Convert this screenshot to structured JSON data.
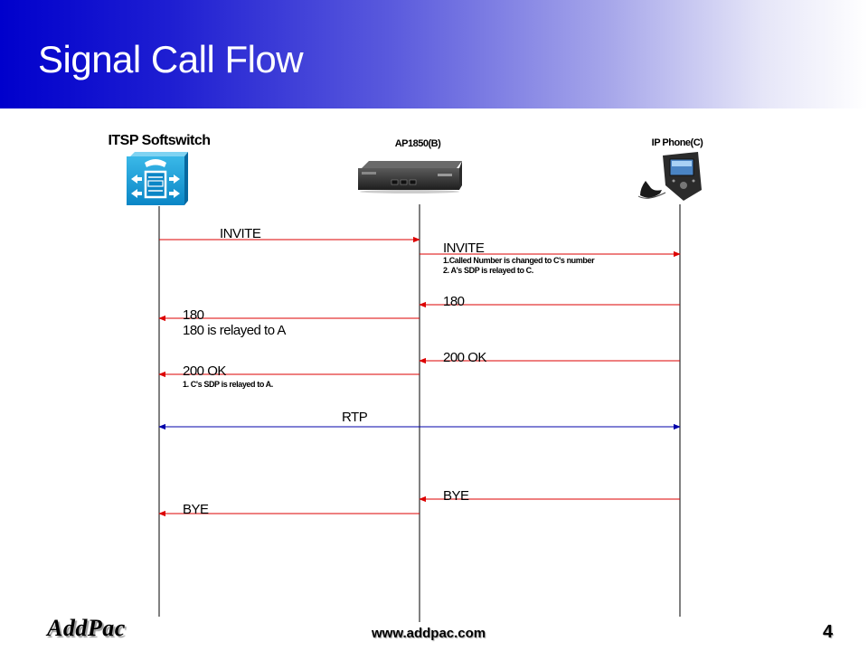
{
  "slide": {
    "title": "Signal Call Flow",
    "footer_logo": "AddPac",
    "footer_url": "www.addpac.com",
    "page_number": "4"
  },
  "participants": [
    {
      "id": "A",
      "label": "ITSP Softswitch",
      "icon": "softswitch-icon"
    },
    {
      "id": "B",
      "label": "AP1850(B)",
      "icon": "gateway-device-icon"
    },
    {
      "id": "C",
      "label": "IP Phone(C)",
      "icon": "ip-phone-icon"
    }
  ],
  "messages": [
    {
      "from": "A",
      "to": "B",
      "label": "INVITE",
      "notes": [],
      "color": "#dd0000"
    },
    {
      "from": "B",
      "to": "C",
      "label": "INVITE",
      "notes": [
        "1.Called Number is changed to C's number",
        "2. A's SDP is relayed to C."
      ],
      "color": "#dd0000"
    },
    {
      "from": "C",
      "to": "B",
      "label": "180",
      "notes": [],
      "color": "#dd0000"
    },
    {
      "from": "B",
      "to": "A",
      "label": "180",
      "notes": [
        "180 is relayed to A"
      ],
      "color": "#dd0000"
    },
    {
      "from": "C",
      "to": "B",
      "label": "200 OK",
      "notes": [],
      "color": "#dd0000"
    },
    {
      "from": "B",
      "to": "A",
      "label": "200 OK",
      "notes": [
        "1. C's SDP is relayed to A."
      ],
      "color": "#dd0000"
    },
    {
      "from": "A",
      "to": "C",
      "label": "RTP",
      "notes": [],
      "color": "#0000aa",
      "bidirectional": true
    },
    {
      "from": "C",
      "to": "B",
      "label": "BYE",
      "notes": [],
      "color": "#dd0000"
    },
    {
      "from": "B",
      "to": "A",
      "label": "BYE",
      "notes": [],
      "color": "#dd0000"
    }
  ]
}
